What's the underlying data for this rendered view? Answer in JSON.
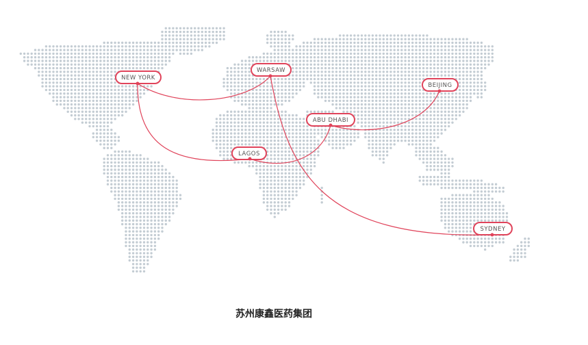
{
  "map": {
    "accent_color": "#e0435a",
    "dot_color": "#c3ccd3",
    "cities": [
      {
        "name": "NEW YORK"
      },
      {
        "name": "WARSAW"
      },
      {
        "name": "BEIJING"
      },
      {
        "name": "ABU DHABI"
      },
      {
        "name": "LAGOS"
      },
      {
        "name": "SYDNEY"
      }
    ]
  },
  "caption": "苏州康鑫医药集团"
}
